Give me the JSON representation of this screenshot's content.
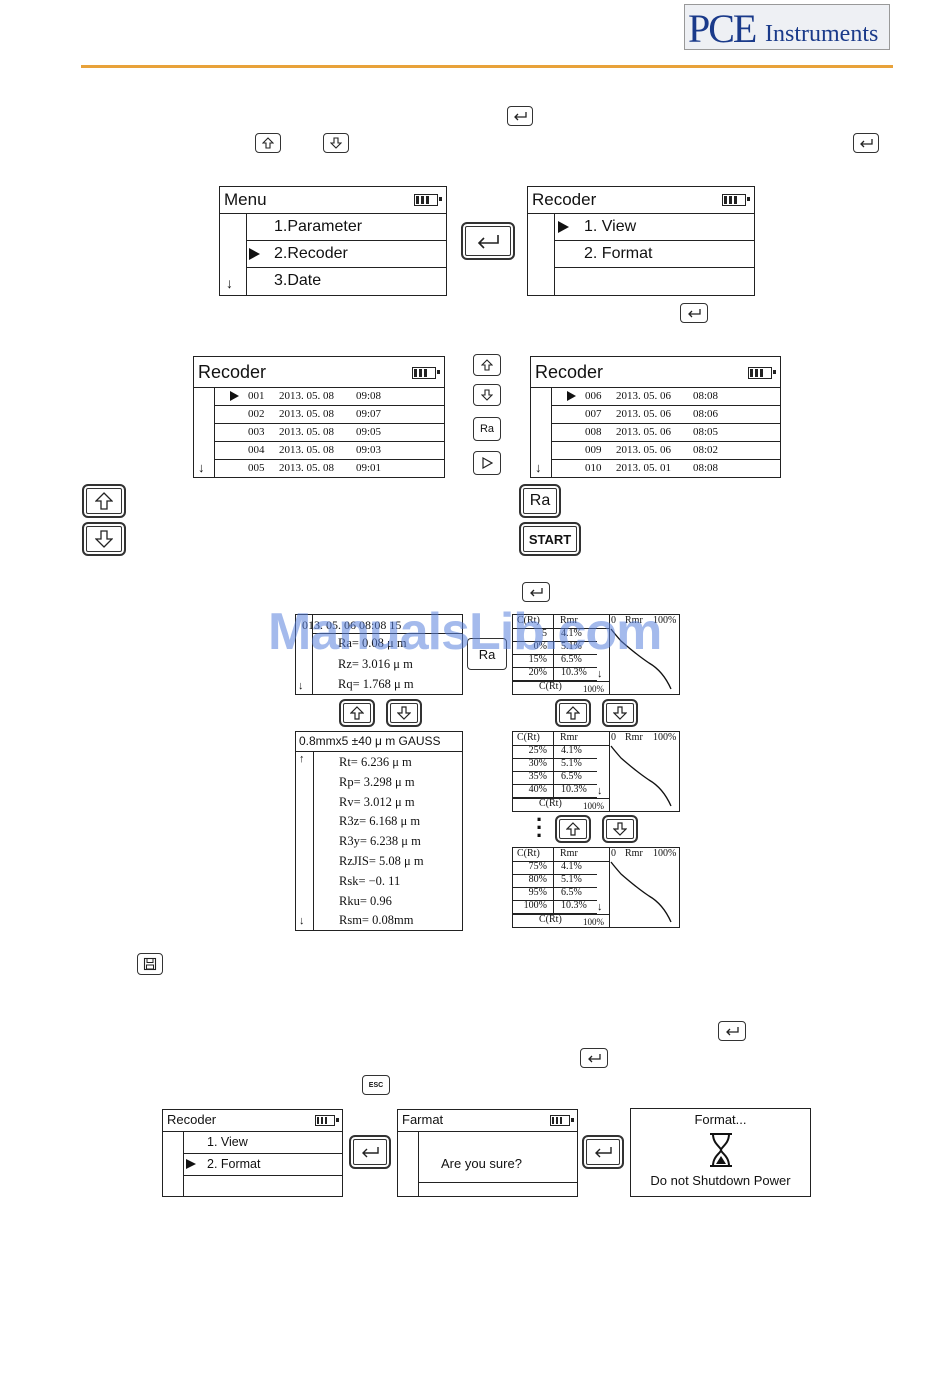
{
  "logo": {
    "brand": "PCE",
    "sub": "Instruments"
  },
  "menu_screen": {
    "title": "Menu",
    "items": [
      "1.Parameter",
      "2.Recoder",
      "3.Date"
    ]
  },
  "recoder_screen": {
    "title": "Recoder",
    "items": [
      "1. View",
      "2. Format"
    ]
  },
  "records_a": {
    "title": "Recoder",
    "rows": [
      {
        "id": "001",
        "date": "2013. 05. 08",
        "time": "09:08"
      },
      {
        "id": "002",
        "date": "2013. 05. 08",
        "time": "09:07"
      },
      {
        "id": "003",
        "date": "2013. 05. 08",
        "time": "09:05"
      },
      {
        "id": "004",
        "date": "2013. 05. 08",
        "time": "09:03"
      },
      {
        "id": "005",
        "date": "2013. 05. 08",
        "time": "09:01"
      }
    ]
  },
  "records_b": {
    "title": "Recoder",
    "rows": [
      {
        "id": "006",
        "date": "2013. 05. 06",
        "time": "08:08"
      },
      {
        "id": "007",
        "date": "2013. 05. 06",
        "time": "08:06"
      },
      {
        "id": "008",
        "date": "2013. 05. 06",
        "time": "08:05"
      },
      {
        "id": "009",
        "date": "2013. 05. 06",
        "time": "08:02"
      },
      {
        "id": "010",
        "date": "2013. 05. 01",
        "time": "08:08"
      }
    ]
  },
  "keys": {
    "ra": "Ra",
    "start": "START",
    "esc": "ESC"
  },
  "detail_top": {
    "header": "013. 05. 06  08:08   15",
    "lines": [
      "Ra=  0.08 μ m",
      "Rz=  3.016 μ m",
      "Rq=  1.768 μ m"
    ]
  },
  "detail_full": {
    "header": "0.8mmx5 ±40 μ m GAUSS",
    "lines": [
      "Rt=  6.236 μ m",
      "Rp=  3.298 μ m",
      "Rv=  3.012 μ m",
      "R3z=  6.168 μ m",
      "R3y= 6.238 μ m",
      "RzJIS= 5.08 μ m",
      "Rsk=  −0. 11",
      "Rku=  0.96",
      "Rsm=  0.08mm"
    ]
  },
  "watermark": "ManualsLib.com",
  "rmr_tables": [
    {
      "head": [
        "C(Rt)",
        "Rmr"
      ],
      "rows": [
        [
          "5",
          "4.1%"
        ],
        [
          "0%",
          "5.1%"
        ],
        [
          "15%",
          "6.5%"
        ],
        [
          "20%",
          "10.3%"
        ]
      ],
      "foot": [
        "C(Rt)",
        "100%"
      ],
      "chart_head": [
        "0",
        "Rmr",
        "100%"
      ]
    },
    {
      "head": [
        "C(Rt)",
        "Rmr"
      ],
      "rows": [
        [
          "25%",
          "4.1%"
        ],
        [
          "30%",
          "5.1%"
        ],
        [
          "35%",
          "6.5%"
        ],
        [
          "40%",
          "10.3%"
        ]
      ],
      "foot": [
        "C(Rt)",
        "100%"
      ],
      "chart_head": [
        "0",
        "Rmr",
        "100%"
      ]
    },
    {
      "head": [
        "C(Rt)",
        "Rmr"
      ],
      "rows": [
        [
          "75%",
          "4.1%"
        ],
        [
          "80%",
          "5.1%"
        ],
        [
          "95%",
          "6.5%"
        ],
        [
          "100%",
          "10.3%"
        ]
      ],
      "foot": [
        "C(Rt)",
        "100%"
      ],
      "chart_head": [
        "0",
        "Rmr",
        "100%"
      ]
    }
  ],
  "format_recoder": {
    "title": "Recoder",
    "items": [
      "1. View",
      "2. Format"
    ]
  },
  "format_confirm": {
    "title": "Farmat",
    "text": "Are you sure?"
  },
  "format_progress": {
    "title": "Format...",
    "text": "Do not Shutdown Power"
  },
  "icons": {
    "enter": "enter-icon",
    "up": "up-arrow-icon",
    "down": "down-arrow-icon",
    "right": "play-icon",
    "save": "save-icon",
    "hourglass": "hourglass-icon"
  }
}
